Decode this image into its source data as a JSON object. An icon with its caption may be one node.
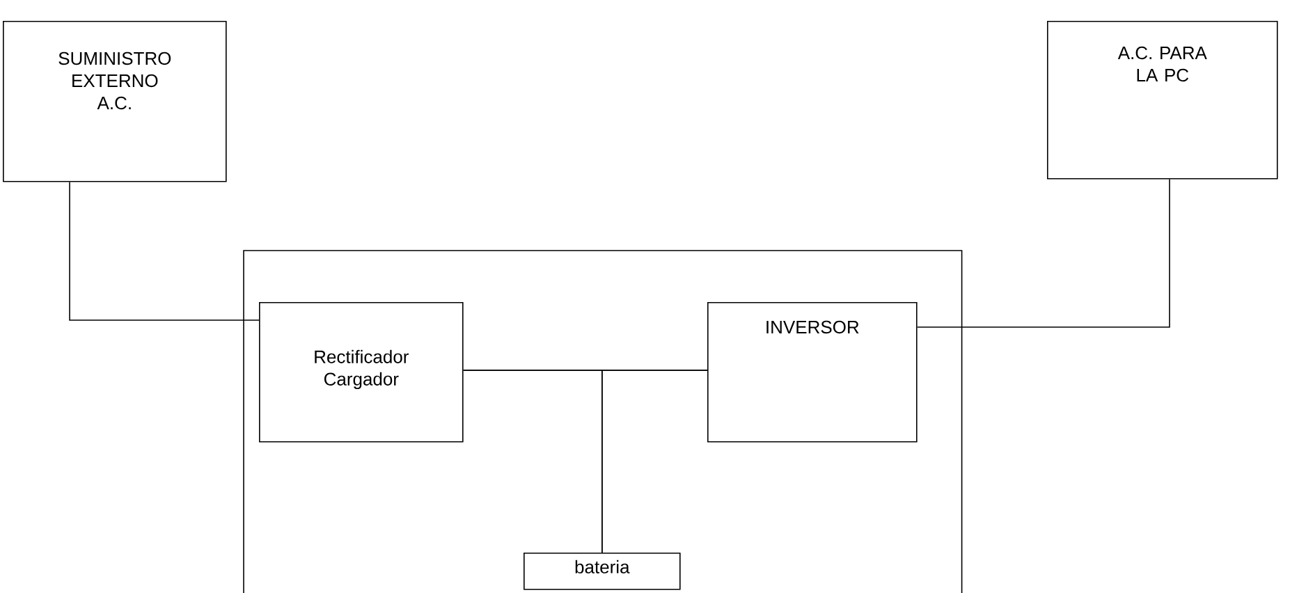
{
  "diagram": {
    "nodes": [
      {
        "text": [
          "SUMINISTRO EXTERNO A.C."
        ]
      },
      {
        "text": [
          "A.C. PARA LA PC"
        ]
      },
      {
        "text": [],
        "shape": "box"
      },
      {
        "text": [
          "Rectificador Cargador"
        ],
        "in": 2
      },
      {
        "text": [
          "INVERSOR"
        ],
        "in": 2
      },
      {
        "text": [
          "bateria"
        ],
        "in": 2
      }
    ],
    "edges": [
      {
        "from": 0,
        "to": 3,
        "arrow": "none"
      },
      {
        "from": 4,
        "to": 1,
        "arrow": "none"
      },
      {
        "from": 3,
        "to": 4,
        "arrow": "none"
      },
      {
        "from": 3,
        "to": 5,
        "arrow": "none"
      },
      {
        "from": 4,
        "to": 5,
        "arrow": "none"
      }
    ]
  }
}
